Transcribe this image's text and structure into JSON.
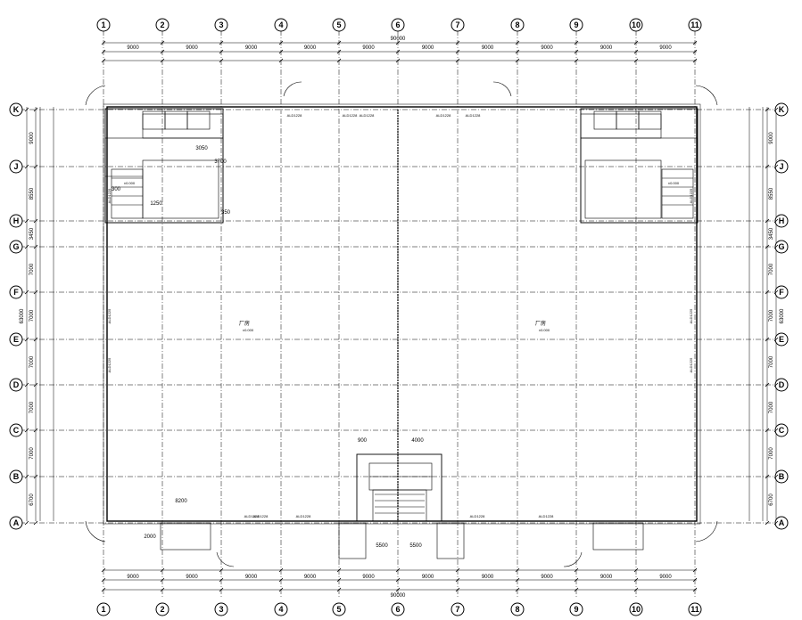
{
  "plan": {
    "col_labels": [
      "1",
      "2",
      "3",
      "4",
      "5",
      "6",
      "7",
      "8",
      "9",
      "10",
      "11"
    ],
    "row_labels": [
      "K",
      "J",
      "H",
      "G",
      "F",
      "E",
      "D",
      "C",
      "B",
      "A"
    ],
    "bay_dims_top": [
      "9000",
      "9000",
      "9000",
      "9000",
      "9000",
      "9000",
      "9000",
      "9000",
      "9000",
      "9000"
    ],
    "bay_dims_bottom": [
      "9000",
      "9000",
      "9000",
      "9000",
      "9000",
      "9000",
      "9000",
      "9000",
      "9000",
      "9000"
    ],
    "overall_width": "90000",
    "overall_width_bottom": "90000",
    "overall_depth": "63000",
    "left_row_dims": [
      "9000",
      "8550",
      "3450",
      "7000",
      "7000",
      "7000",
      "7000",
      "7000",
      "6700"
    ],
    "hall_label_left": "厂房",
    "hall_label_right": "厂房",
    "hall_level": "±0.000",
    "stair_level": "±0.000",
    "door_tags_top": [
      "ALD1228",
      "ALD1228",
      "ALD1228",
      "ALD1228",
      "ALD1228"
    ],
    "door_tags_bottom": [
      "ALD1228",
      "ALD1228",
      "ALD1228",
      "ALD1228",
      "ALD1228"
    ],
    "side_tags": [
      "ALD1225",
      "ALD1225",
      "ALD1225",
      "ALD1225",
      "ALD1225",
      "ALD1225"
    ],
    "misc_dims": [
      "3050",
      "3700",
      "1250",
      "350",
      "300",
      "2000",
      "8200",
      "5500",
      "5500",
      "4000",
      "900"
    ]
  }
}
